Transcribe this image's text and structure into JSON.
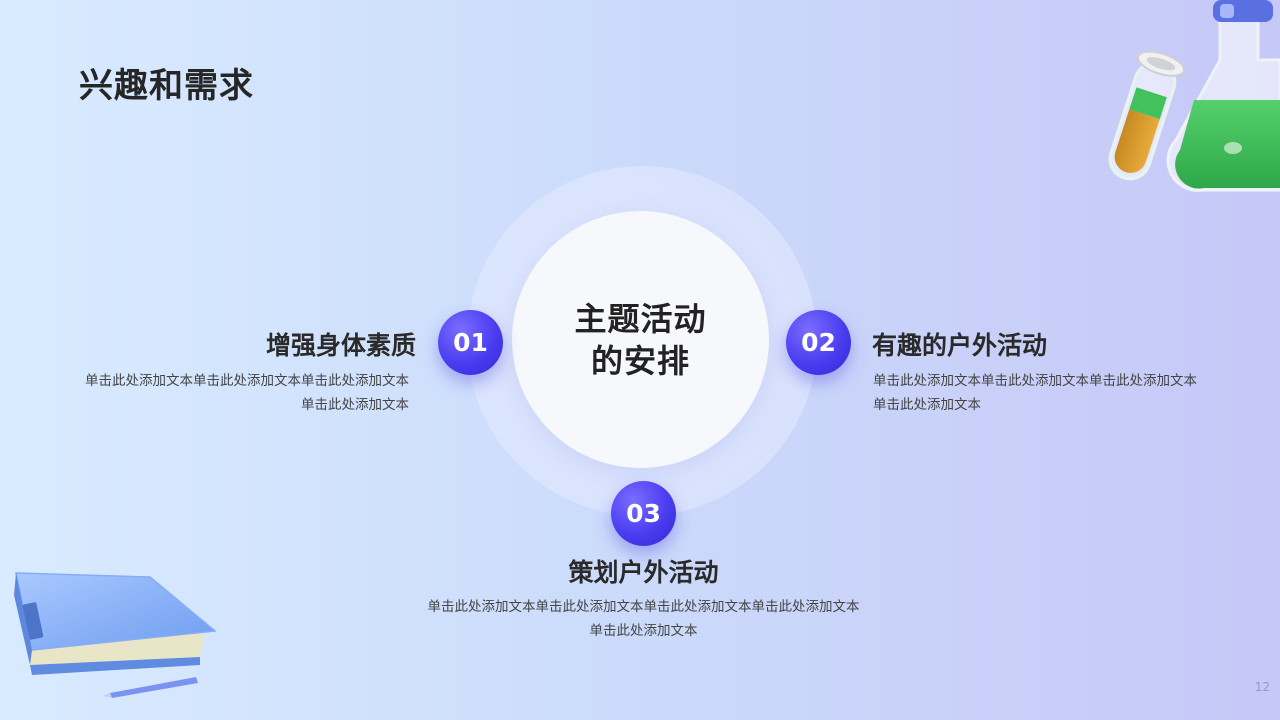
{
  "slide": {
    "title": "兴趣和需求",
    "page_number": "12"
  },
  "center": {
    "line1": "主题活动",
    "line2": "的安排"
  },
  "items": [
    {
      "number": "01",
      "heading": "增强身体素质",
      "desc_line1": "单击此处添加文本单击此处添加文本单击此处添加文本",
      "desc_line2": "单击此处添加文本"
    },
    {
      "number": "02",
      "heading": "有趣的户外活动",
      "desc_line1": "单击此处添加文本单击此处添加文本单击此处添加文本",
      "desc_line2": "单击此处添加文本"
    },
    {
      "number": "03",
      "heading": "策划户外活动",
      "desc_line1": "单击此处添加文本单击此处添加文本单击此处添加文本单击此处添加文本",
      "desc_line2": "单击此处添加文本"
    }
  ],
  "colors": {
    "accent": "#4a3df0",
    "background_left": "#d9ebff",
    "background_right": "#c6c8f7"
  },
  "icons": {
    "top_right": "lab-flask-and-test-tube-illustration",
    "bottom_left": "book-and-pencil-illustration"
  }
}
